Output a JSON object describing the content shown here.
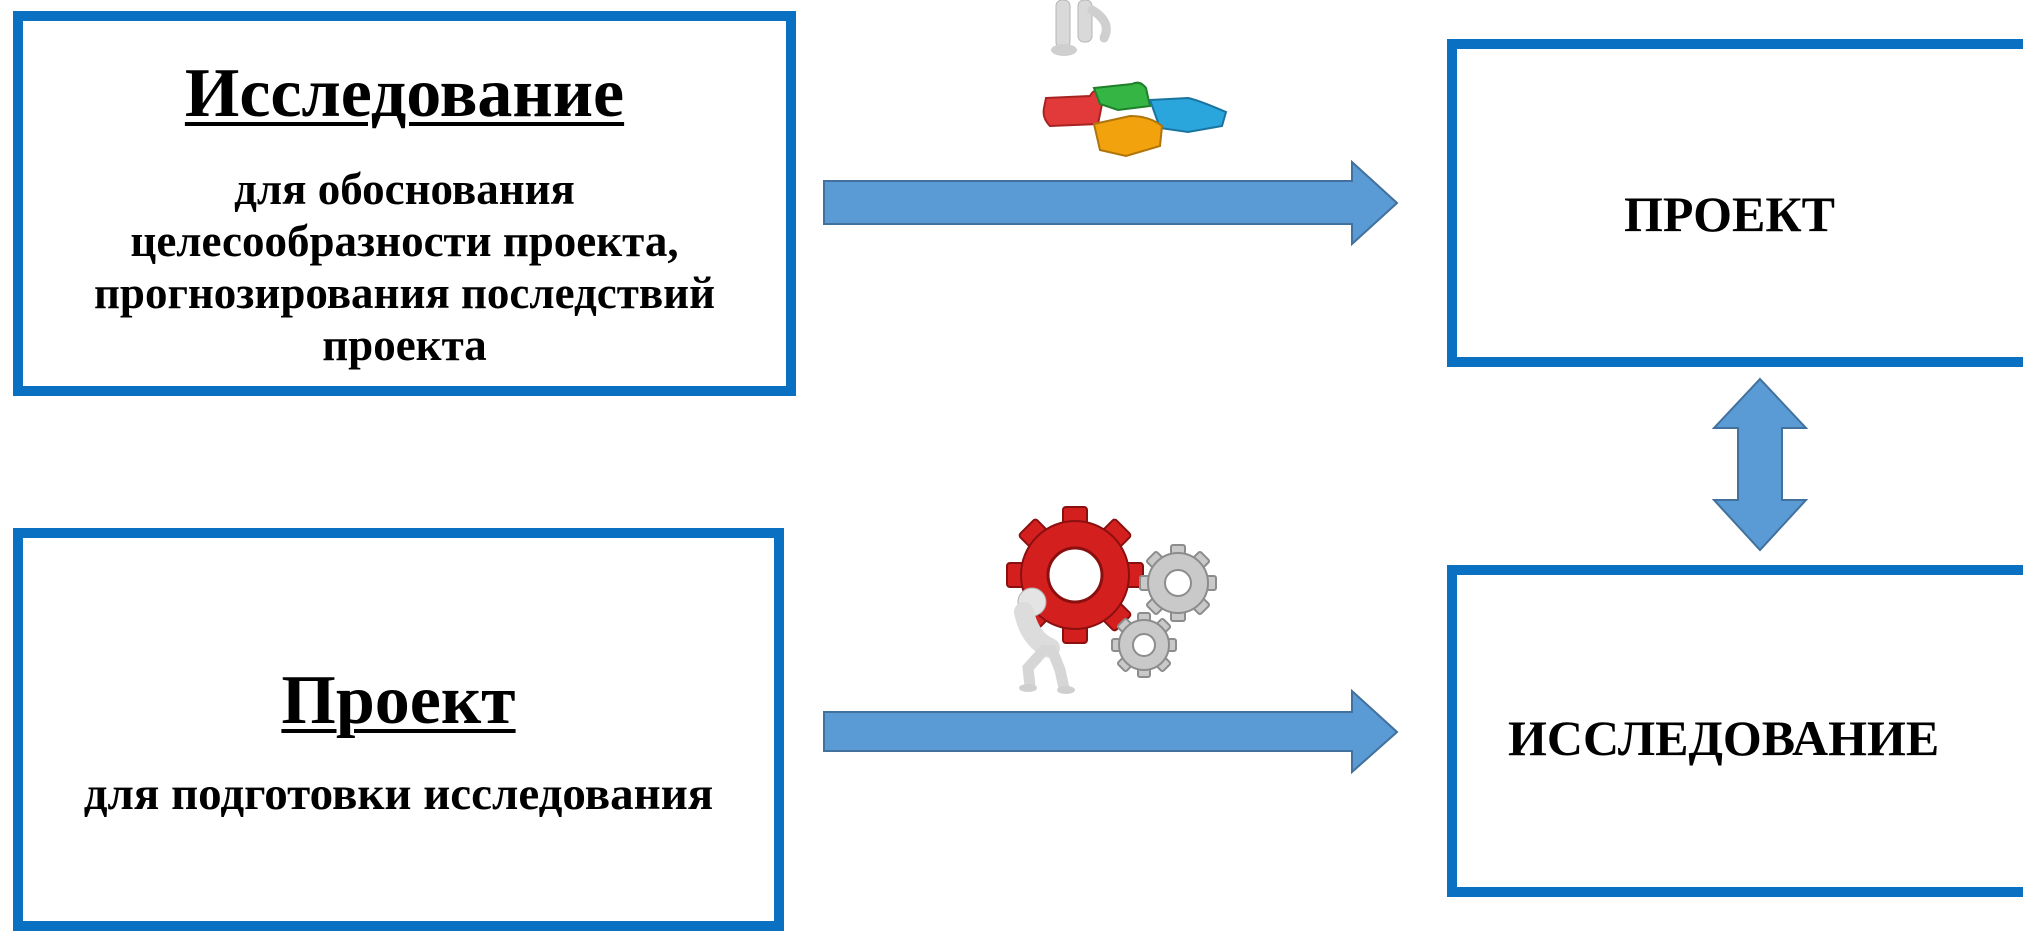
{
  "colors": {
    "box_border": "#0a70c2",
    "arrow_fill": "#5b9bd5",
    "arrow_stroke": "#41719c"
  },
  "top_left": {
    "title": "Исследование",
    "desc": [
      "для обоснования",
      "целесообразности проекта,",
      "прогнозирования последствий",
      "проекта"
    ]
  },
  "bottom_left": {
    "title": "Проект",
    "desc": "для подготовки исследования"
  },
  "top_right": {
    "label": "ПРОЕКТ"
  },
  "bottom_right": {
    "label": "ИССЛЕДОВАНИЕ"
  },
  "icons": [
    "person-with-puzzle-icon",
    "person-carrying-gears-icon"
  ]
}
